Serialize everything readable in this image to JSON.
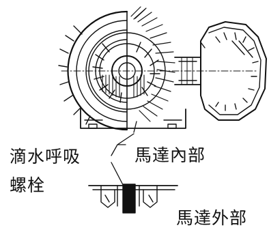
{
  "labels": {
    "breather_line1": "滴水呼吸",
    "breather_line2": "螺栓",
    "motor_inside": "馬達內部",
    "motor_outside": "馬達外部"
  },
  "colors": {
    "ink": "#111111",
    "background": "#ffffff"
  }
}
